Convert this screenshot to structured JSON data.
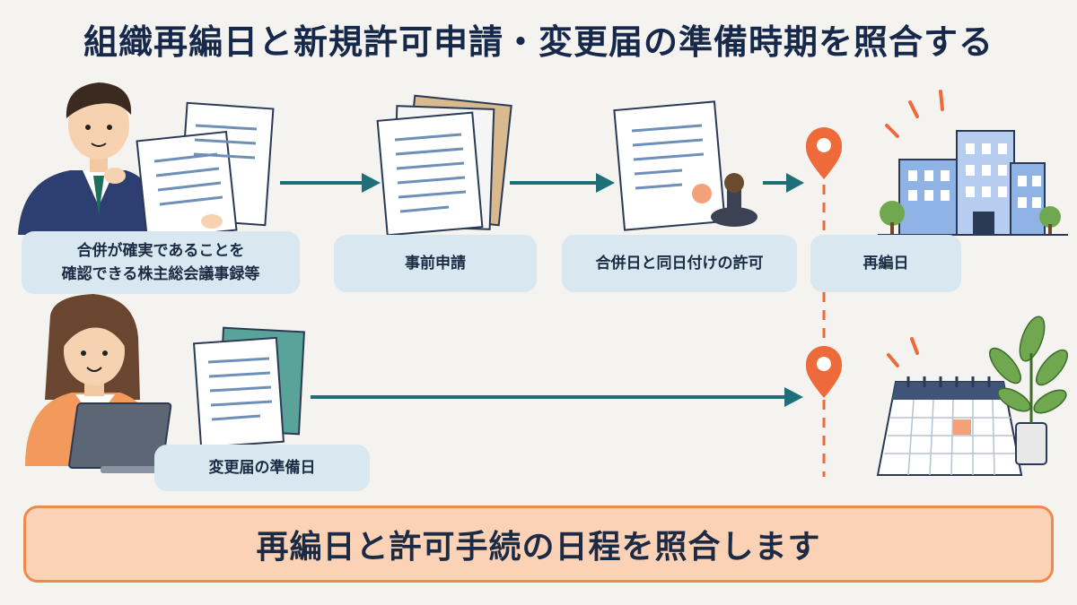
{
  "title": "組織再編日と新規許可申請・変更届の準備時期を照合する",
  "flow": {
    "steps": [
      {
        "label": "合併が確実であることを\n確認できる株主総会議事録等"
      },
      {
        "label": "事前申請"
      },
      {
        "label": "合併日と同日付けの許可"
      },
      {
        "label": "再編日"
      }
    ],
    "change_notice": {
      "label": "変更届の準備日"
    }
  },
  "banner": "再編日と許可手続の日程を照合します",
  "colors": {
    "arrow": "#1f6f78",
    "marker": "#ee6a3a",
    "box": "#d9e8f0",
    "banner_fill": "#fbd2b6",
    "banner_border": "#ee8a4b",
    "title": "#17294a"
  },
  "icons": [
    "businessman-icon",
    "documents-icon",
    "document-stack-icon",
    "stamped-document-icon",
    "location-pin-icon",
    "office-buildings-icon",
    "businesswoman-laptop-icon",
    "calendar-icon",
    "plant-icon"
  ]
}
